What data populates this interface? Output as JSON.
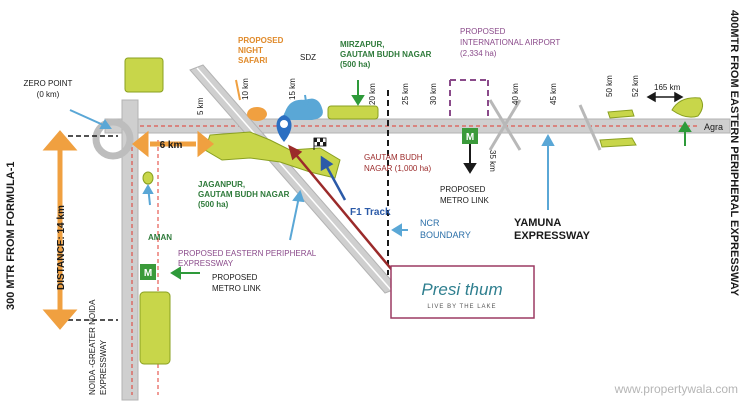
{
  "colors": {
    "road": "#cfcfcf",
    "road_edge": "#b3b3b3",
    "dashed_red": "#e03a2f",
    "zone_green": "#c8d64a",
    "zone_outline": "#8aa020",
    "blue_arrow": "#5aa7d6",
    "green_arrow": "#2e9a3a",
    "orange": "#f0a040",
    "maroon": "#9b2a2a",
    "purple": "#8a4a8a",
    "dark": "#1a1a1a",
    "frame": "#9c3a62",
    "teal_brand": "#2f7f8f",
    "metro_green": "#3b9a3a"
  },
  "left_side_label": "300 MTR FROM FORMULA-1",
  "right_side_label": "400MTR FROM EASTERN PERIPHERAL EXPRESSWAY",
  "zero_point": {
    "line1": "ZERO POINT",
    "line2": "(0 km)"
  },
  "distance_label": "DISTANCE: 14 km",
  "six_km_label": "6 km",
  "night_safari": {
    "line1": "PROPOSED",
    "line2": "NIGHT",
    "line3": "SAFARI"
  },
  "sdz_label": "SDZ",
  "mirzapur": {
    "line1": "MIRZAPUR,",
    "line2": "GAUTAM BUDH NAGAR",
    "line3": "(500 ha)"
  },
  "airport": {
    "line1": "PROPOSED",
    "line2": "INTERNATIONAL AIRPORT",
    "line3": "(2,334 ha)"
  },
  "km_marks": [
    "5 km",
    "10 km",
    "15 km",
    "20 km",
    "25 km",
    "30 km",
    "40 km",
    "45 km",
    "50 km",
    "52 km",
    "165 km"
  ],
  "agra_label": "Agra",
  "gbn_zone": {
    "line1": "GAUTAM BUDH",
    "line2": "NAGAR (1,000 ha)"
  },
  "km_35": "35 km",
  "metro_right": {
    "badge": "M",
    "line1": "PROPOSED",
    "line2": "METRO LINK"
  },
  "jaganpur": {
    "line1": "JAGANPUR,",
    "line2": "GAUTAM BUDH NAGAR",
    "line3": "(500 ha)"
  },
  "f1_track": "F1 Track",
  "ncr_boundary": {
    "line1": "NCR",
    "line2": "BOUNDARY"
  },
  "yamuna": {
    "line1": "YAMUNA",
    "line2": "EXPRESSWAY"
  },
  "aman_label": "AMAN",
  "epe_label": {
    "line1": "PROPOSED EASTERN PERIPHERAL",
    "line2": "EXPRESSWAY"
  },
  "metro_left": {
    "badge": "M",
    "line1": "PROPOSED",
    "line2": "METRO LINK"
  },
  "noida_expressway": {
    "line1": "NOIDA -GREATER NOIDA",
    "line2": "EXPRESSWAY"
  },
  "brand": {
    "name": "Presi  thum",
    "tagline": "LIVE BY THE LAKE"
  },
  "watermark": "www.propertywala.com"
}
